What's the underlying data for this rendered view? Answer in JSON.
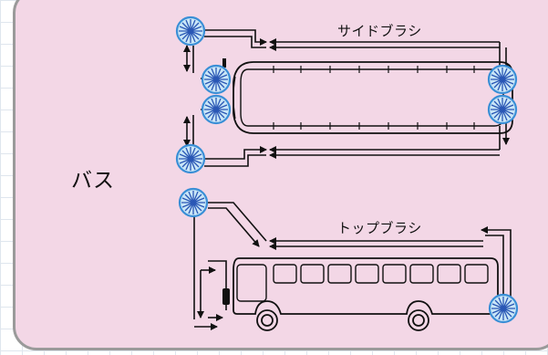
{
  "vehicle_label": "バス",
  "side_brush_label": "サイドブラシ",
  "top_brush_label": "トップブラシ",
  "colors": {
    "card_bg": "#f3d7e6",
    "brush_fill": "#c9e6f7",
    "brush_stroke": "#3a8fd6",
    "brush_spokes": "#2a57b5",
    "line": "#111111"
  }
}
